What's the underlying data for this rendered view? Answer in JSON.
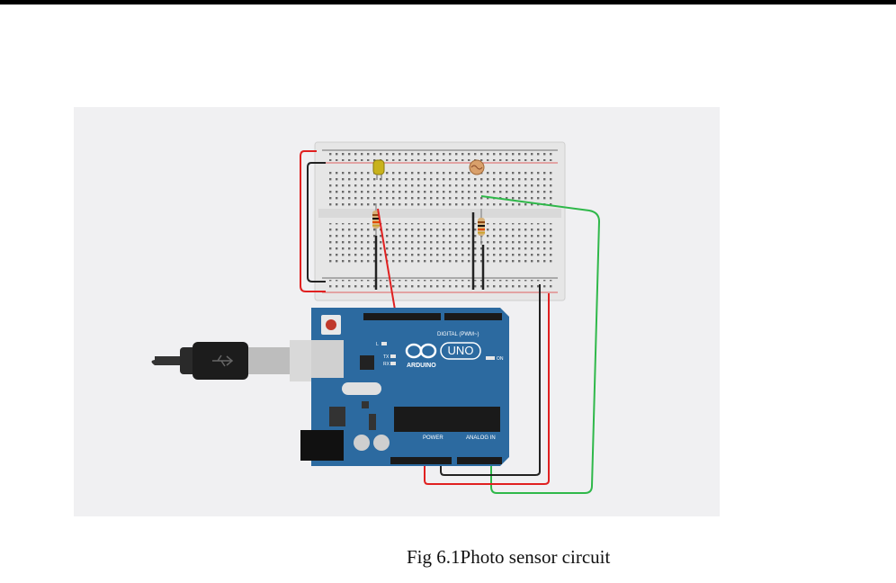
{
  "caption": "Fig 6.1Photo sensor circuit",
  "board": {
    "brand": "ARDUINO",
    "model": "UNO",
    "digital_label": "DIGITAL (PWM~)",
    "power_label": "POWER",
    "analog_label": "ANALOG IN",
    "on_label": "ON",
    "tx_label": "TX",
    "rx_label": "RX",
    "l_label": "L"
  },
  "colors": {
    "board": "#2c6aa0",
    "breadboard": "#e6e6e6",
    "wire_red": "#e02020",
    "wire_black": "#222222",
    "wire_green": "#2fb84a",
    "led": "#c8b21c",
    "photoresistor": "#d9a06b"
  }
}
